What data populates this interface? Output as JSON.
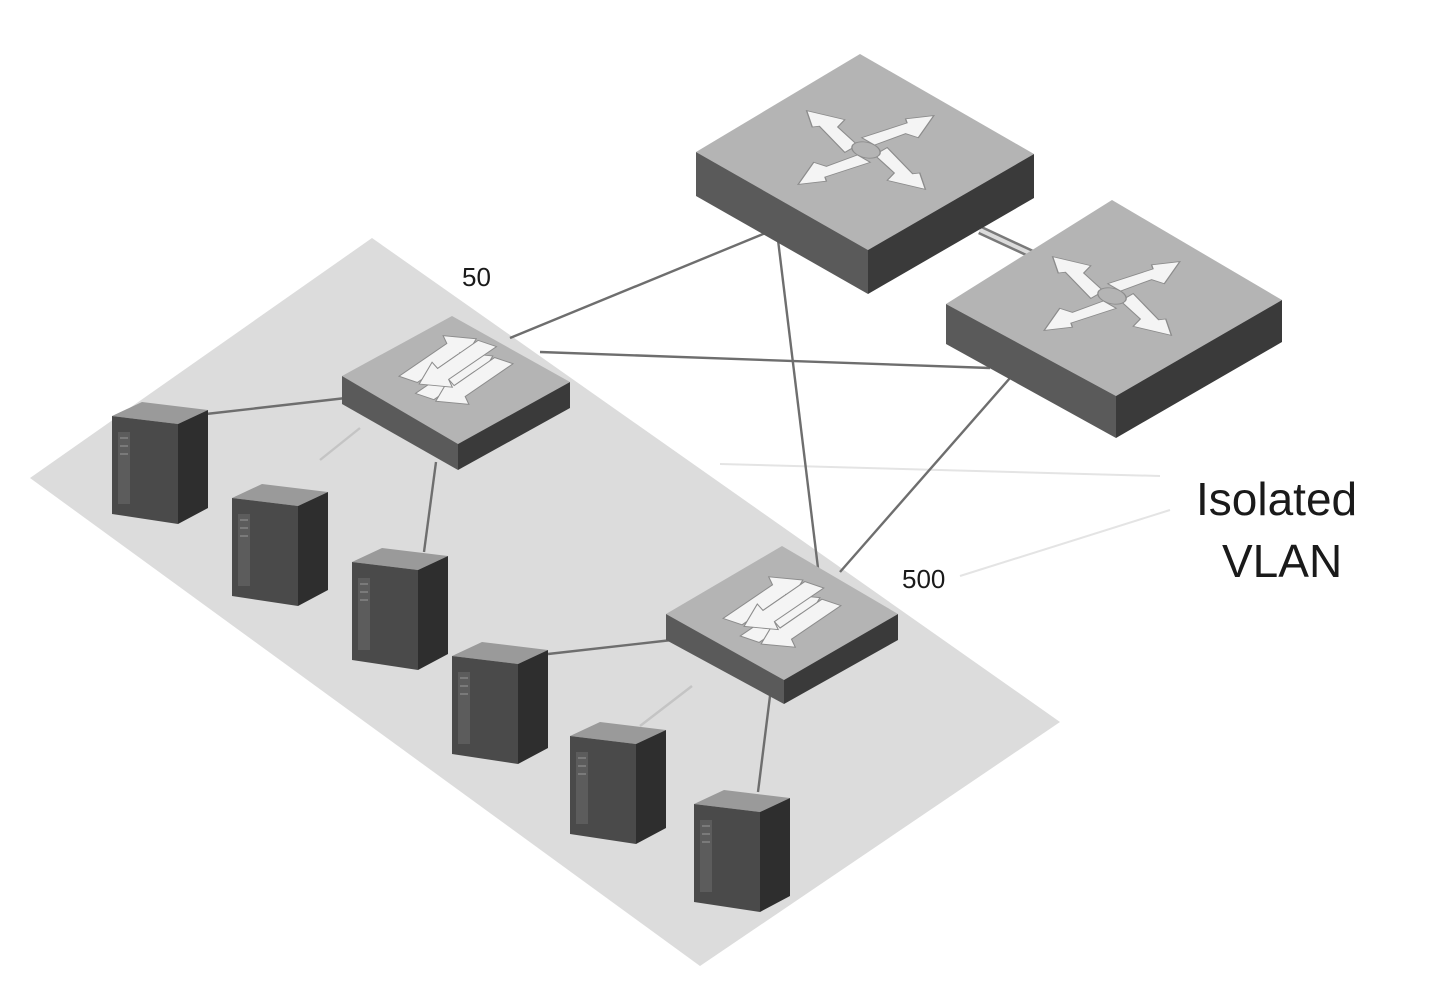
{
  "labels": {
    "vlan_a": "50",
    "vlan_b": "500",
    "isolated_line1": "Isolated",
    "isolated_line2": "VLAN"
  },
  "icons": {
    "core_router": "router-icon",
    "access_switch": "switch-icon",
    "server": "server-icon"
  },
  "colors": {
    "background": "#ffffff",
    "vlan_zone": "#dcdcdc",
    "device_top": "#b4b4b4",
    "device_front": "#3c3c3c",
    "server_body": "#4a4a4a",
    "link": "#6e6e6e"
  }
}
